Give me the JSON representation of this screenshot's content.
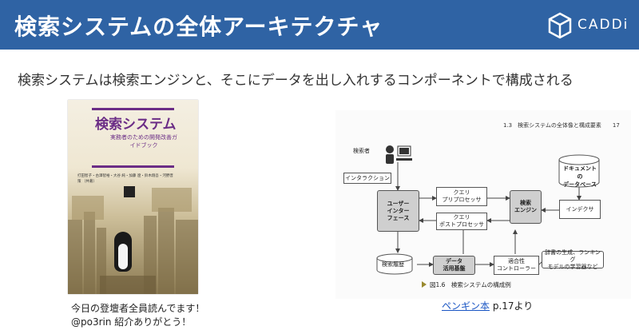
{
  "header": {
    "title": "検索システムの全体アーキテクチャ",
    "logo_text": "CADDi"
  },
  "subtitle": "検索システムは検索エンジンと、そこにデータを出し入れするコンポーネントで構成される",
  "book": {
    "title": "検索システム",
    "subtitle": "実務者のための開発改善ガイドブック",
    "authors": "打田智子・古澤智裕・大谷 純・加藤 遼・鈴木翔吾・河野晋策 〔共著〕"
  },
  "book_caption": {
    "line1": "今日の登壇者全員読んでます！",
    "line2": "@po3rin 紹介ありがとう！"
  },
  "diagram": {
    "page_header": "1.3　検索システムの全体像と構成要素　　17",
    "searcher": "検索者",
    "interaction": "インタラクション",
    "ui": "ユーザー\nインター\nフェース",
    "query_pre": "クエリ\nプリプロセッサ",
    "query_post": "クエリ\nポストプロセッサ",
    "engine": "検索\nエンジン",
    "indexer": "インデクサ",
    "doc_db": "ドキュメントの\nデータベース",
    "history": "検索履歴",
    "data_platform": "データ\n活用基盤",
    "controller": "適合性\nコントローラー",
    "note": "辞書の生成、ランキング\nモデルの学習器など",
    "figure_caption": "図1.6　検索システムの構成例"
  },
  "source": {
    "link_text": "ペンギン本",
    "suffix": " p.17より"
  },
  "colors": {
    "header_bg": "#2f63a4",
    "book_accent": "#6b2d86",
    "link": "#1a56c4"
  }
}
